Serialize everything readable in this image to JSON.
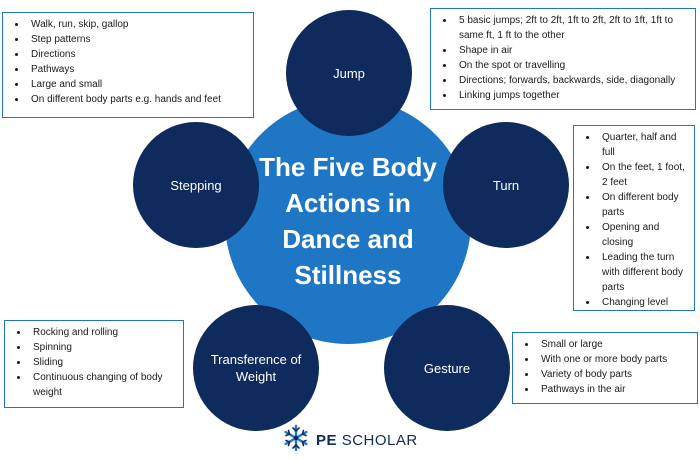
{
  "center": {
    "title": "The Five Body Actions in Dance and Stillness"
  },
  "actions": {
    "jump": {
      "label": "Jump"
    },
    "turn": {
      "label": "Turn"
    },
    "gesture": {
      "label": "Gesture"
    },
    "transference": {
      "label": "Transference of Weight"
    },
    "stepping": {
      "label": "Stepping"
    }
  },
  "boxes": {
    "stepping": [
      "Walk, run, skip, gallop",
      "Step patterns",
      "Directions",
      "Pathways",
      "Large and small",
      "On different body parts e.g. hands and feet"
    ],
    "jump": [
      "5 basic jumps; 2ft to 2ft, 1ft to 2ft, 2ft to 1ft, 1ft to same ft, 1 ft to the other",
      "Shape in air",
      "On the spot or travelling",
      "Directions; forwards, backwards, side, diagonally",
      "Linking jumps together"
    ],
    "turn": [
      "Quarter, half and full",
      "On the feet, 1 foot, 2 feet",
      "On different body parts",
      "Opening and closing",
      "Leading the turn with different body parts",
      "Changing level"
    ],
    "transference": [
      "Rocking and rolling",
      "Spinning",
      "Sliding",
      "Continuous changing of body weight"
    ],
    "gesture": [
      "Small or large",
      "With one or more body parts",
      "Variety of body parts",
      "Pathways in the air"
    ]
  },
  "logo": {
    "brand_bold": "PE",
    "brand_rest": "SCHOLAR",
    "icon": "snowflake-logo-icon"
  },
  "colors": {
    "center": "#1f76c4",
    "action": "#0f2a5c",
    "border": "#1f76c4"
  }
}
